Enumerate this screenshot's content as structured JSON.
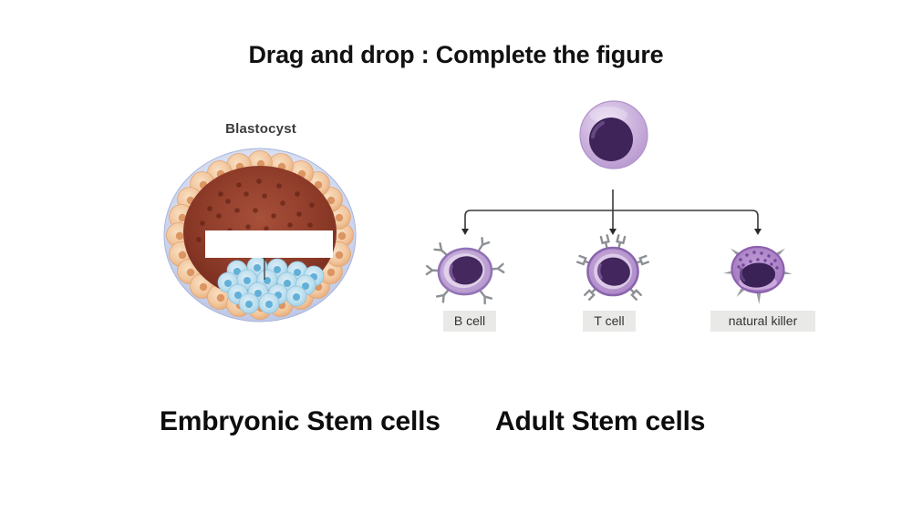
{
  "title": "Drag and drop : Complete the figure",
  "blastocyst": {
    "label": "Blastocyst",
    "blank_text": ""
  },
  "lineage": {
    "cells": [
      {
        "label": "B cell"
      },
      {
        "label": "T cell"
      },
      {
        "label": "natural killer"
      }
    ]
  },
  "drag_options": [
    {
      "label": "Embryonic Stem cells"
    },
    {
      "label": "Adult Stem cells"
    }
  ],
  "icons": {
    "blastocyst": "blastocyst-illustration",
    "stem_cell": "stem-cell-illustration",
    "b_cell": "b-cell-illustration",
    "t_cell": "t-cell-illustration",
    "natural_killer": "nk-cell-illustration"
  },
  "colors": {
    "title_text": "#111111",
    "connector_line": "#3a3a3a",
    "cell_label_box_bg": "#e9e9e7",
    "cell_label_text": "#333333",
    "cell_outer_purple": "#cbb2dc",
    "cell_nucleus_purple": "#3e2459",
    "receptor_gray": "#8c9094",
    "blastocyst_shell_blue": "#c9d2ec",
    "trophoblast_peach": "#f2c79e",
    "blastocyst_interior_red": "#8c3a28",
    "inner_cell_mass_blue": "#bfe0ef",
    "blank_box_fill": "#ffffff"
  }
}
